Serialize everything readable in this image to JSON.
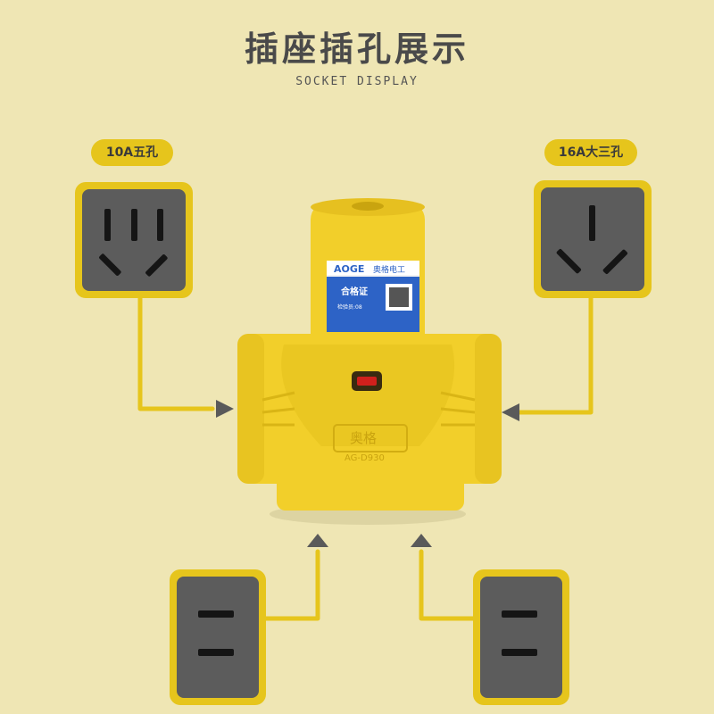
{
  "header": {
    "title": "插座插孔展示",
    "subtitle": "SOCKET DISPLAY"
  },
  "labels": {
    "left_socket": "10A五孔",
    "right_socket": "16A大三孔"
  },
  "product": {
    "brand_logo": "AOGE",
    "brand_name": "奥格电工",
    "certificate_title": "合格证",
    "certificate_line": "检验员:08",
    "body_brand": "奥格",
    "model": "AG-D930"
  },
  "colors": {
    "background": "#efe6b4",
    "accent_yellow": "#e6c51c",
    "socket_gray": "#5c5c5c",
    "product_yellow": "#f2cf2a",
    "label_blue": "#2d63c6"
  },
  "icons": [
    "five-hole-socket-icon",
    "three-hole-socket-icon",
    "two-pin-plug-icon",
    "arrow-right-icon",
    "arrow-left-icon",
    "arrow-up-icon"
  ]
}
